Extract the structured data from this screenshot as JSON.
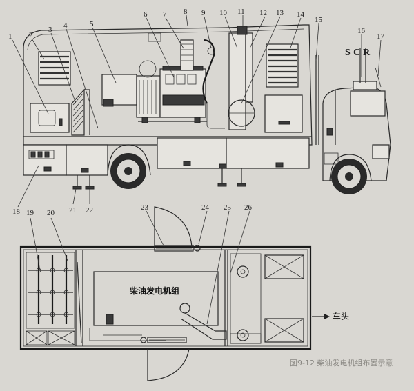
{
  "callouts_top": [
    "1",
    "2",
    "3",
    "4",
    "5",
    "6",
    "7",
    "8",
    "9",
    "10",
    "11",
    "12",
    "13",
    "14",
    "15",
    "16",
    "17"
  ],
  "callouts_bottom": [
    "18",
    "21",
    "22"
  ],
  "callouts_plan": [
    "19",
    "20",
    "23",
    "24",
    "25",
    "26"
  ],
  "plan": {
    "generator_label": "柴油发电机组",
    "direction_label": "车头"
  },
  "caption_partial": "图9-12  柴油发电机组布置示意"
}
